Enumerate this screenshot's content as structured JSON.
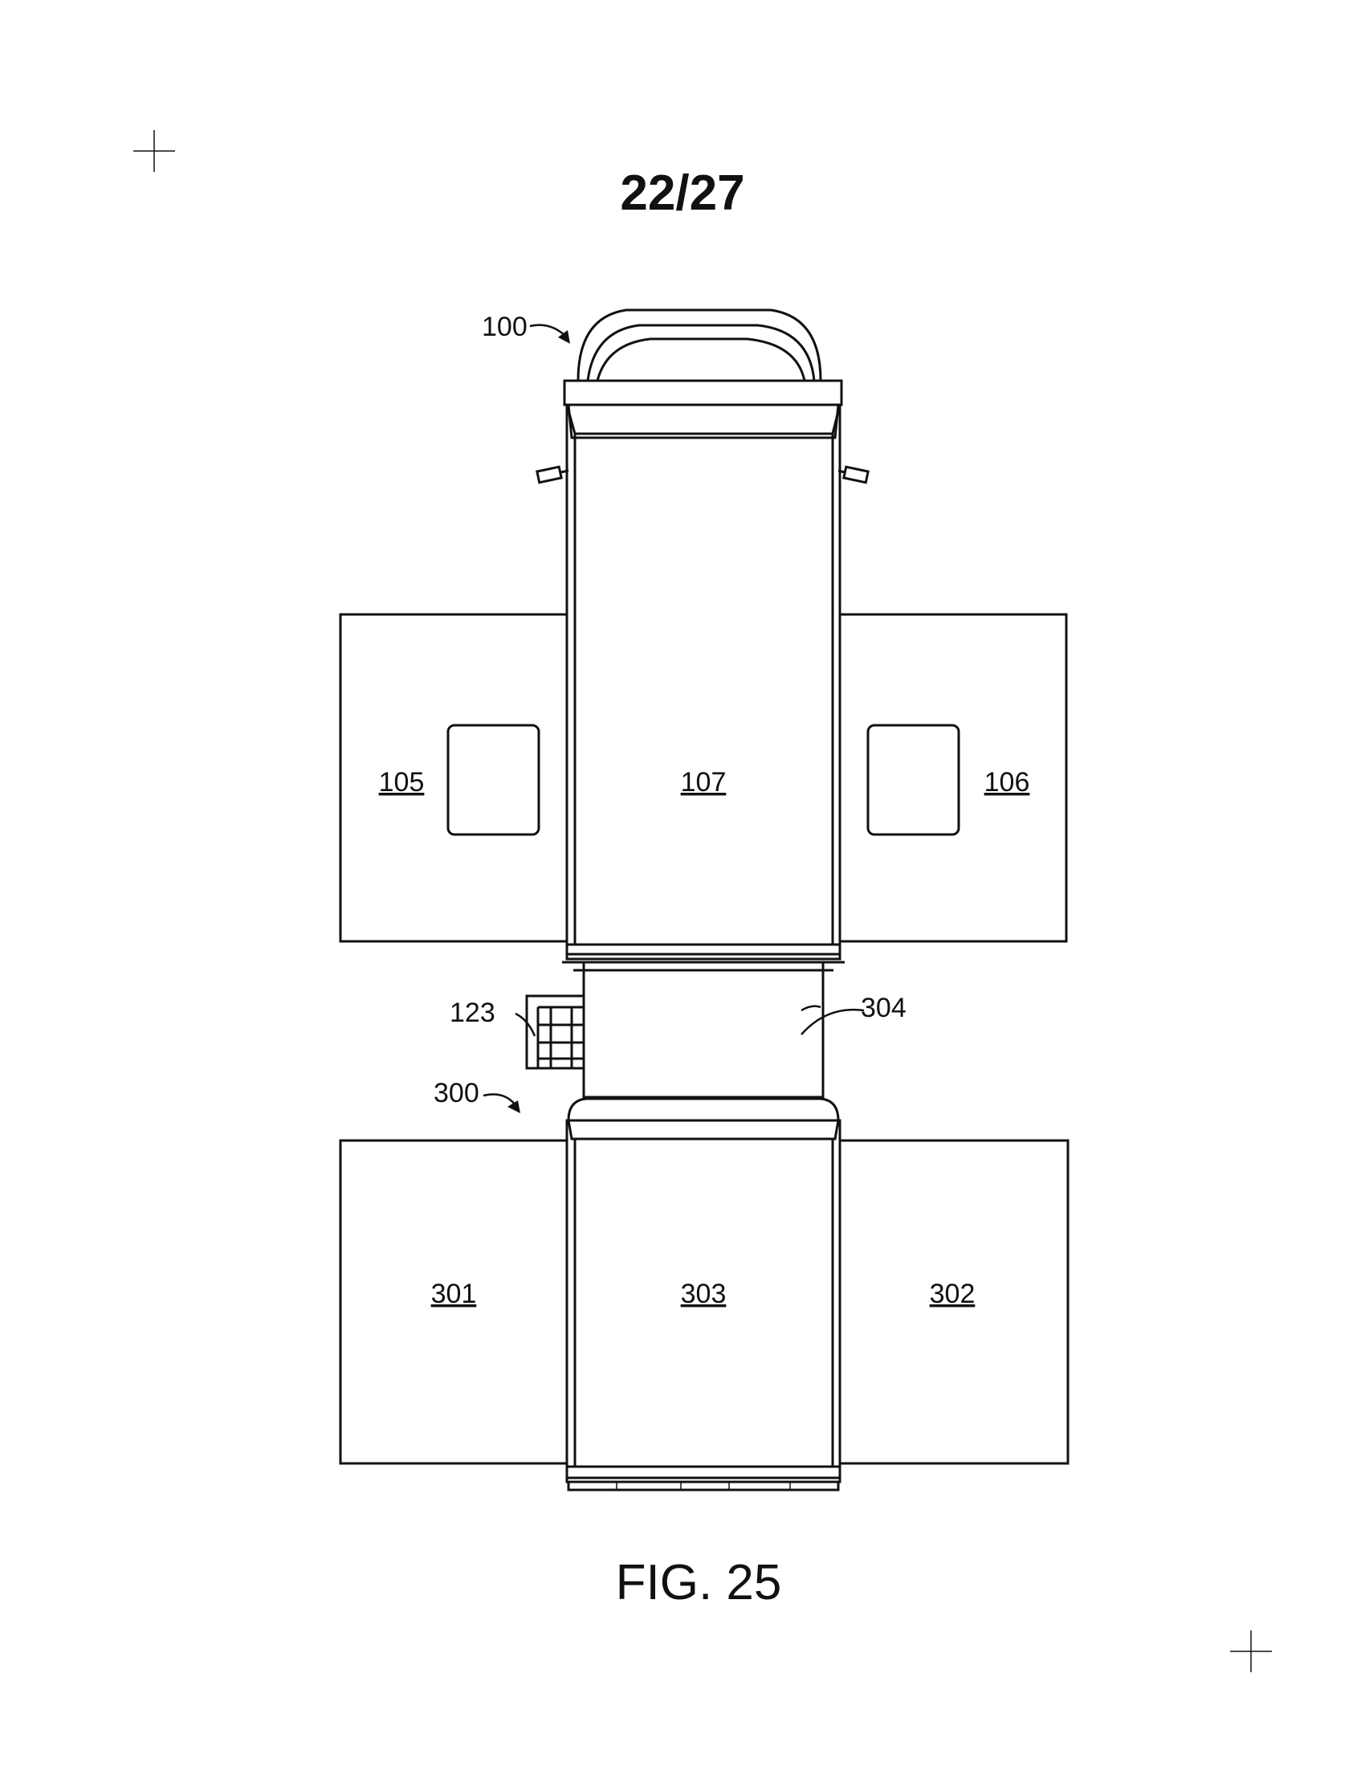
{
  "sheet": {
    "page_number": "22/27",
    "figure_label": "FIG. 25"
  },
  "refs": {
    "r100": "100",
    "r105": "105",
    "r106": "106",
    "r107": "107",
    "r123": "123",
    "r300": "300",
    "r301": "301",
    "r302": "302",
    "r303": "303",
    "r304": "304"
  },
  "colors": {
    "line": "#111111",
    "background": "#ffffff"
  }
}
